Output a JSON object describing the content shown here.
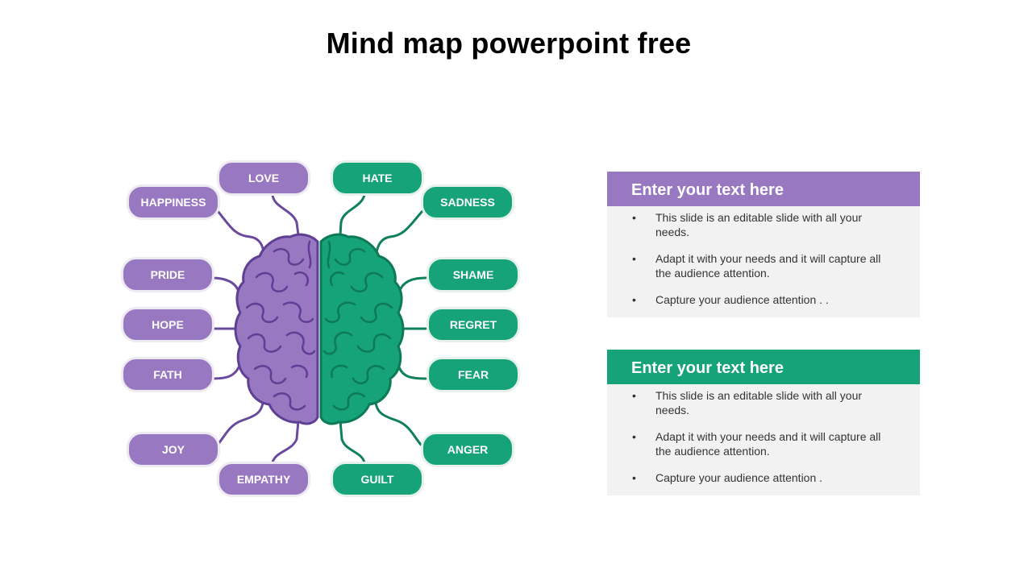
{
  "title": "Mind map powerpoint free",
  "colors": {
    "left": "#9878c0",
    "right": "#17a37a",
    "panel_bg": "#f2f2f2"
  },
  "left_emotions": [
    "HAPPINESS",
    "LOVE",
    "PRIDE",
    "HOPE",
    "FATH",
    "JOY",
    "EMPATHY"
  ],
  "right_emotions": [
    "HATE",
    "SADNESS",
    "SHAME",
    "REGRET",
    "FEAR",
    "ANGER",
    "GUILT"
  ],
  "panels": [
    {
      "heading": "Enter your text here",
      "bullets": [
        "This slide is an editable slide with all your needs.",
        "Adapt it with your needs and it will capture all the audience attention.",
        "Capture your audience attention . ."
      ]
    },
    {
      "heading": "Enter your text here",
      "bullets": [
        "This slide is an editable slide with all your needs.",
        "Adapt it with your needs and it will capture all the audience attention.",
        "Capture your audience attention ."
      ]
    }
  ]
}
